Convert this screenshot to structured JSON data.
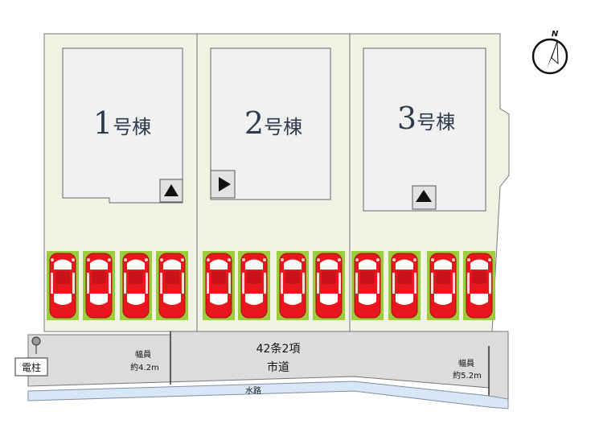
{
  "houses": [
    {
      "number": "1",
      "suffix": "号棟",
      "entrance_dir": "up"
    },
    {
      "number": "2",
      "suffix": "号棟",
      "entrance_dir": "right"
    },
    {
      "number": "3",
      "suffix": "号棟",
      "entrance_dir": "up"
    }
  ],
  "parking": {
    "count_per_lot": 4,
    "car_color": "#e8171e",
    "pad_color": "#9ccc3c"
  },
  "road": {
    "line1": "42条2項",
    "line2": "市道"
  },
  "width_left": {
    "line1": "幅員",
    "line2": "約4.2m"
  },
  "width_right": {
    "line1": "幅員",
    "line2": "約5.2m"
  },
  "pole_label": "電柱",
  "waterway_label": "水路",
  "compass_label": "N",
  "colors": {
    "lot": "#eef3e4",
    "building": "#f1f1f1",
    "road": "#dcdcdc",
    "waterway": "#d8e7f5",
    "outline": "#777777"
  }
}
